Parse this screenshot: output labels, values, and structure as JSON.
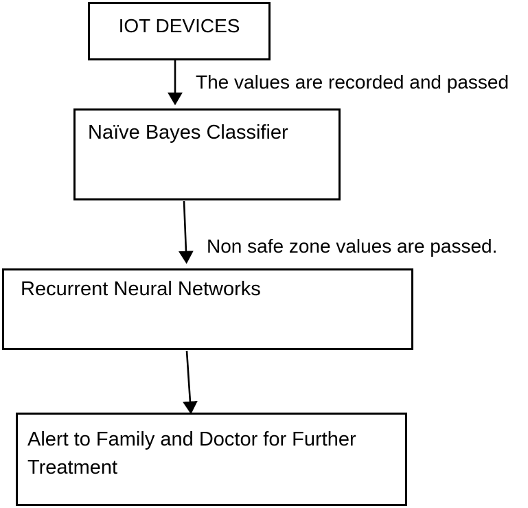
{
  "page": {
    "background_color": "#ffffff",
    "ink_color": "#000000",
    "kind": "flowchart"
  },
  "flowchart": {
    "nodes": [
      {
        "id": "iot-devices",
        "label": "IOT DEVICES"
      },
      {
        "id": "naive-bayes-classifier",
        "label": "Naïve Bayes Classifier"
      },
      {
        "id": "recurrent-neural-networks",
        "label": "Recurrent Neural Networks"
      },
      {
        "id": "alert-family-doctor",
        "label": "Alert to Family and Doctor for Further Treatment",
        "lines": [
          "Alert to Family and Doctor for Further",
          "Treatment"
        ]
      }
    ],
    "edges": [
      {
        "from": "iot-devices",
        "to": "naive-bayes-classifier",
        "label": "The values are recorded and passed"
      },
      {
        "from": "naive-bayes-classifier",
        "to": "recurrent-neural-networks",
        "label": "Non safe zone values are passed."
      },
      {
        "from": "recurrent-neural-networks",
        "to": "alert-family-doctor",
        "label": ""
      }
    ]
  }
}
